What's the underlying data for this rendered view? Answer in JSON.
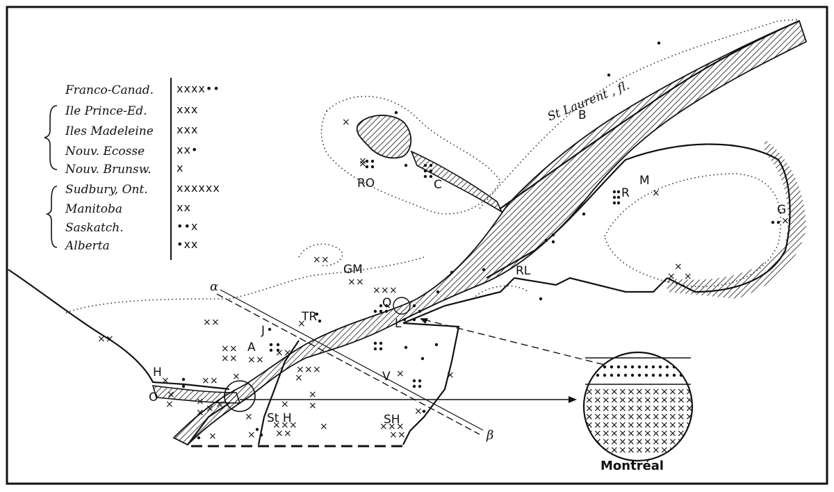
{
  "legend": {
    "rows": [
      {
        "name": "Franco-Canad.",
        "symbols": "xxxx••"
      },
      {
        "name": "Ile Prince-Ed.",
        "symbols": "xxx"
      },
      {
        "name": "Iles Madeleine",
        "symbols": "xxx"
      },
      {
        "name": "Nouv. Ecosse",
        "symbols": "xx•"
      },
      {
        "name": "Nouv. Brunsw.",
        "symbols": "x"
      },
      {
        "name": "Sudbury, Ont.",
        "symbols": "xxxxxx"
      },
      {
        "name": "Manitoba",
        "symbols": "xx"
      },
      {
        "name": "Saskatch.",
        "symbols": "••x"
      },
      {
        "name": "Alberta",
        "symbols": "•xx"
      }
    ]
  },
  "places": {
    "B": "B",
    "RO": "RO",
    "C": "C",
    "R": "R",
    "M": "M",
    "G": "G",
    "GM": "GM",
    "RL": "RL",
    "Q": "Q",
    "L": "L",
    "TR": "TR",
    "J": "J",
    "A": "A",
    "V": "V",
    "H": "H",
    "O": "O",
    "StH": "St H",
    "SH": "SH"
  },
  "river_label": "St Laurent , fl.",
  "transect": {
    "alpha": "α",
    "beta": "β"
  },
  "inset_label": "Montréal"
}
